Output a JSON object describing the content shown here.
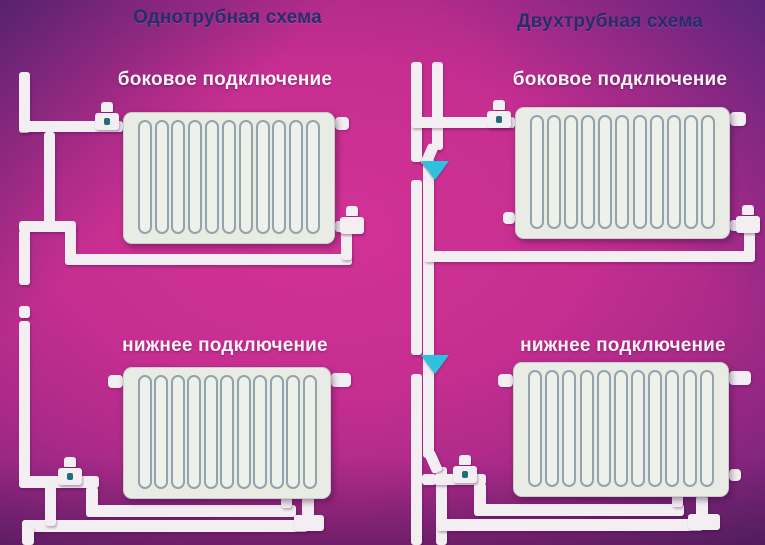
{
  "diagram": {
    "columns": [
      {
        "title": "Однотрубная схема",
        "schemes": [
          {
            "id": "one-pipe-side-connection",
            "label": "боковое подключение"
          },
          {
            "id": "one-pipe-bottom-connection",
            "label": "нижнее подключение"
          }
        ]
      },
      {
        "title": "Двухтрубная схема",
        "schemes": [
          {
            "id": "two-pipe-side-connection",
            "label": "боковое подключение"
          },
          {
            "id": "two-pipe-bottom-connection",
            "label": "нижнее подключение"
          }
        ]
      }
    ]
  },
  "radiator_sections": 11,
  "icons": {
    "flow_arrow": "down-triangle"
  },
  "colors": {
    "background_center": "#cd3093",
    "background_edge": "#38255f",
    "pipe": "#f3eef2",
    "radiator_fill": "#e9ece5",
    "radiator_channel": "#93a3ad",
    "arrow": "#2fc0de",
    "title_text": "#252e6b",
    "subtitle_text": "#fdf4fa",
    "valve_dot": "#1f6e7a"
  }
}
